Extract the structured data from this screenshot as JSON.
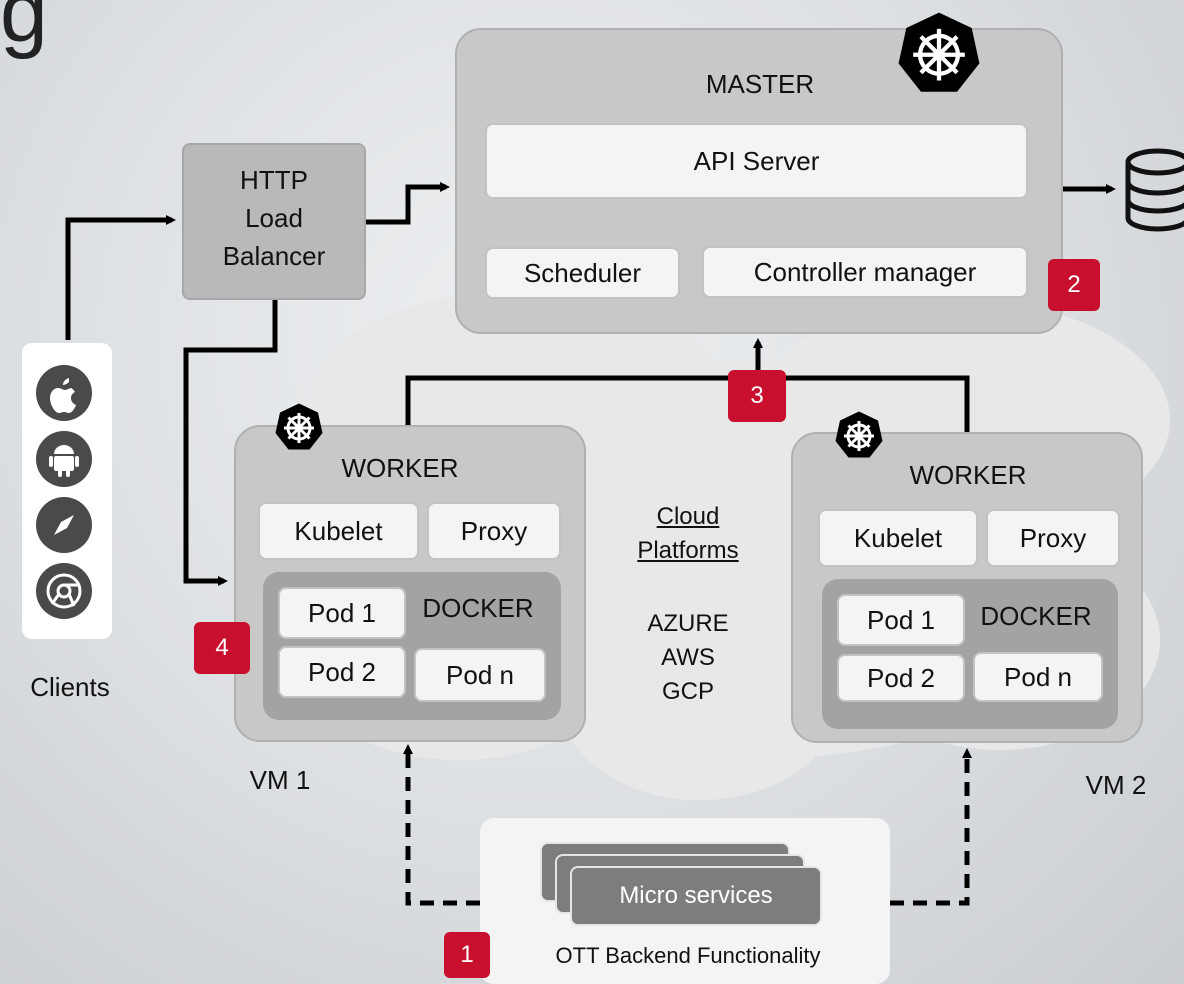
{
  "header": {
    "title_fragment": "g"
  },
  "master": {
    "title": "MASTER",
    "api_server": "API Server",
    "scheduler": "Scheduler",
    "controller_manager": "Controller manager"
  },
  "load_balancer": {
    "line1": "HTTP",
    "line2": "Load",
    "line3": "Balancer"
  },
  "clients": {
    "label": "Clients",
    "icons": [
      "apple-icon",
      "android-icon",
      "safari-icon",
      "chrome-icon"
    ]
  },
  "worker1": {
    "title": "WORKER",
    "kubelet": "Kubelet",
    "proxy": "Proxy",
    "docker": "DOCKER",
    "pod1": "Pod 1",
    "pod2": "Pod 2",
    "podn": "Pod n",
    "vm": "VM 1"
  },
  "worker2": {
    "title": "WORKER",
    "kubelet": "Kubelet",
    "proxy": "Proxy",
    "docker": "DOCKER",
    "pod1": "Pod 1",
    "pod2": "Pod 2",
    "podn": "Pod n",
    "vm": "VM 2"
  },
  "cloud": {
    "heading_line1": "Cloud",
    "heading_line2": "Platforms",
    "providers": [
      "AZURE",
      "AWS",
      "GCP"
    ]
  },
  "backend": {
    "microservices": "Micro services",
    "label": "OTT Backend Functionality"
  },
  "badges": {
    "b1": "1",
    "b2": "2",
    "b3": "3",
    "b4": "4"
  },
  "colors": {
    "badge_red": "#c8102e",
    "panel_grey": "#c8c8c8",
    "docker_grey": "#a3a3a3",
    "micro_grey": "#7d7d7d"
  }
}
